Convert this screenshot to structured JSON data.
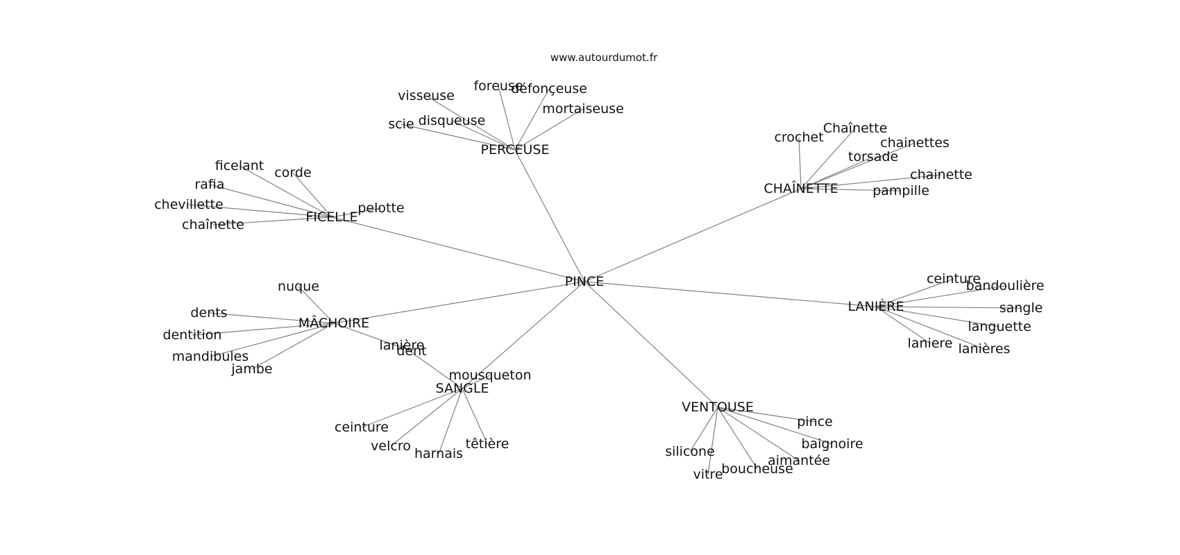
{
  "site": "www.autourdumot.fr",
  "graph": {
    "center": "PINCE",
    "clusters": [
      {
        "id": "perceuse",
        "label": "PERCEUSE",
        "words": [
          "visseuse",
          "foreuse",
          "défonçeuse",
          "mortaiseuse",
          "scie",
          "disqueuse"
        ]
      },
      {
        "id": "chainette",
        "label": "CHAÎNETTE",
        "words": [
          "crochet",
          "Chaînette",
          "chainettes",
          "torsade",
          "chainette",
          "pampille"
        ]
      },
      {
        "id": "ficelle",
        "label": "FICELLE",
        "words": [
          "ficelant",
          "corde",
          "rafia",
          "chevillette",
          "chaînette",
          "pelotte"
        ]
      },
      {
        "id": "laniere",
        "label": "LANIÈRE",
        "words": [
          "ceinture",
          "bandoulière",
          "sangle",
          "languette",
          "laniere",
          "lanières"
        ]
      },
      {
        "id": "machoire",
        "label": "MÂCHOIRE",
        "words": [
          "nuque",
          "dents",
          "dentition",
          "mandibules",
          "jambe",
          "dent"
        ]
      },
      {
        "id": "sangle",
        "label": "SANGLE",
        "words": [
          "lanière",
          "mousqueton",
          "ceinture",
          "velcro",
          "harnais",
          "têtière"
        ]
      },
      {
        "id": "ventouse",
        "label": "VENTOUSE",
        "words": [
          "pince",
          "baignoire",
          "aimantée",
          "boucheuse",
          "vitre",
          "silicone"
        ]
      }
    ]
  }
}
